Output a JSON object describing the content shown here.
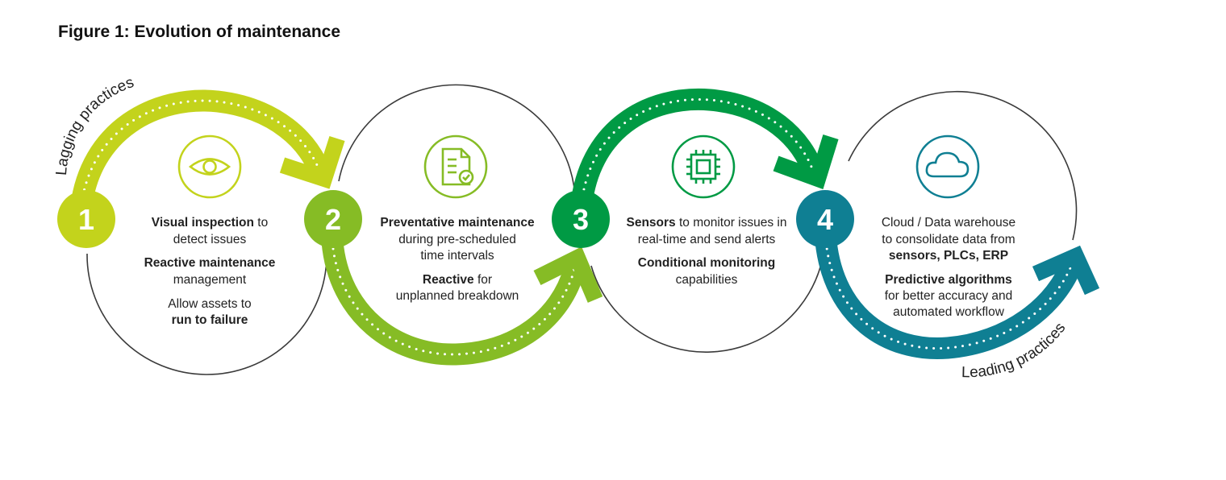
{
  "title": "Figure 1: Evolution of maintenance",
  "colors": {
    "lime": "#c3d31c",
    "green_light": "#86bc25",
    "green": "#009a44",
    "teal": "#0f7f93",
    "outline": "#3a3a3a"
  },
  "curve_labels": {
    "lagging": "Lagging practices",
    "leading": "Leading practices"
  },
  "stages": [
    {
      "number": "1",
      "icon": "eye-icon",
      "lines": [
        [
          {
            "t": "Visual inspection",
            "b": true
          },
          {
            "t": " to",
            "b": false
          }
        ],
        [
          {
            "t": "detect issues",
            "b": false
          }
        ],
        [
          {
            "t": "Reactive maintenance",
            "b": true
          }
        ],
        [
          {
            "t": "management",
            "b": false
          }
        ],
        [
          {
            "t": "Allow assets to",
            "b": false
          }
        ],
        [
          {
            "t": "run to failure",
            "b": true
          }
        ]
      ]
    },
    {
      "number": "2",
      "icon": "document-check-icon",
      "lines": [
        [
          {
            "t": "Preventative maintenance",
            "b": true
          }
        ],
        [
          {
            "t": "during pre-scheduled",
            "b": false
          }
        ],
        [
          {
            "t": "time intervals",
            "b": false
          }
        ],
        [
          {
            "t": "Reactive",
            "b": true
          },
          {
            "t": " for",
            "b": false
          }
        ],
        [
          {
            "t": "unplanned breakdown",
            "b": false
          }
        ]
      ]
    },
    {
      "number": "3",
      "icon": "chip-icon",
      "lines": [
        [
          {
            "t": "Sensors",
            "b": true
          },
          {
            "t": " to monitor issues in",
            "b": false
          }
        ],
        [
          {
            "t": "real-time and send alerts",
            "b": false
          }
        ],
        [
          {
            "t": "Conditional monitoring",
            "b": true
          }
        ],
        [
          {
            "t": "capabilities",
            "b": false
          }
        ]
      ]
    },
    {
      "number": "4",
      "icon": "cloud-icon",
      "lines": [
        [
          {
            "t": "Cloud / Data warehouse",
            "b": false
          }
        ],
        [
          {
            "t": "to consolidate data from",
            "b": false
          }
        ],
        [
          {
            "t": "sensors, PLCs, ERP",
            "b": true
          }
        ],
        [
          {
            "t": "Predictive algorithms",
            "b": true
          }
        ],
        [
          {
            "t": "for better accuracy and",
            "b": false
          }
        ],
        [
          {
            "t": "automated workflow",
            "b": false
          }
        ]
      ]
    }
  ]
}
